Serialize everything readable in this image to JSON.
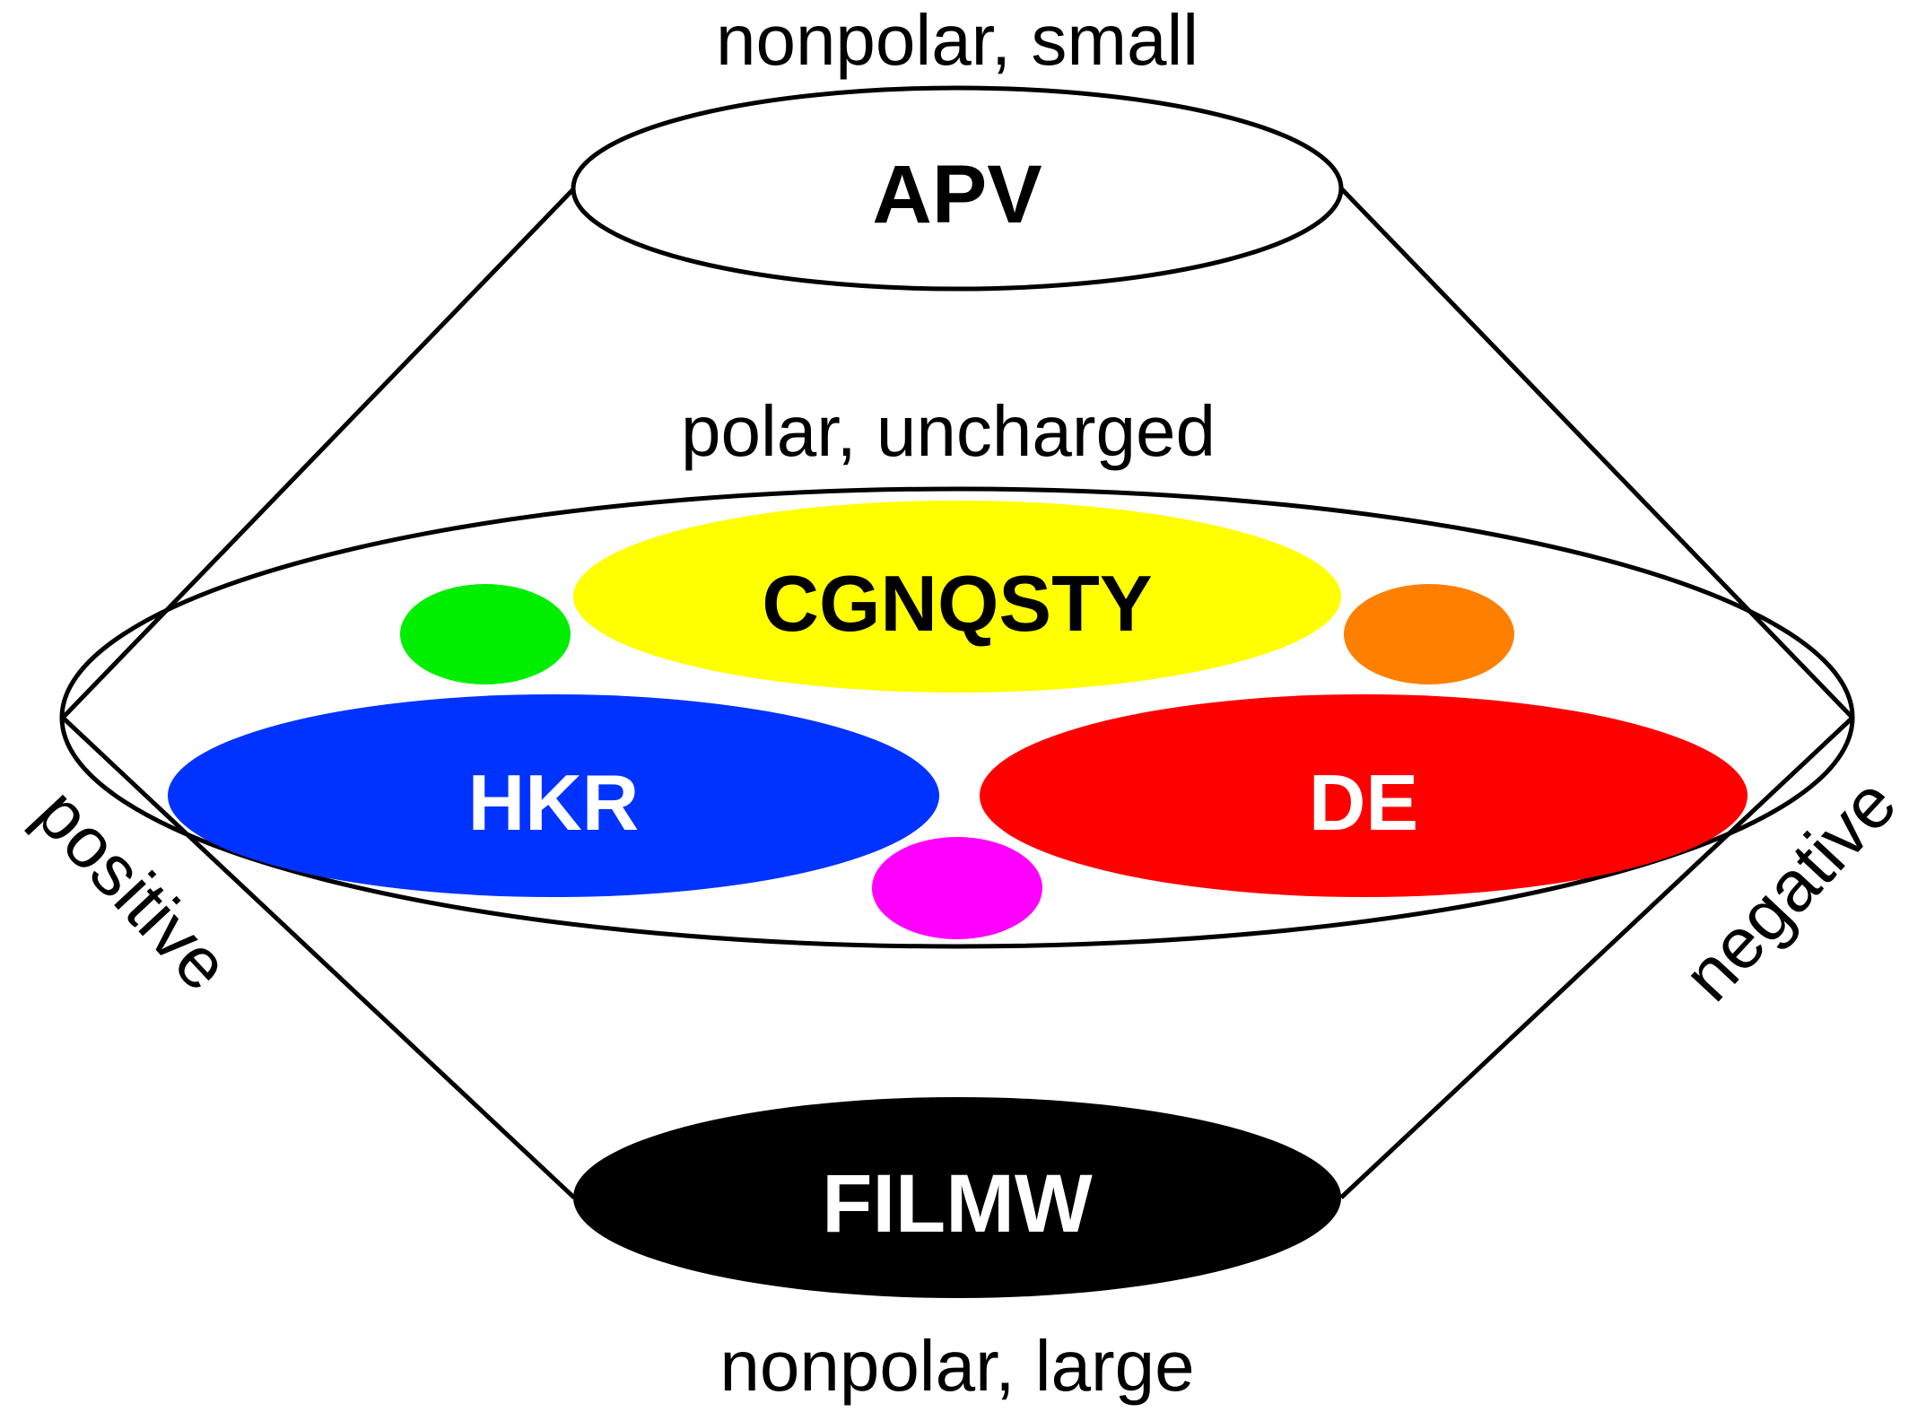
{
  "labels": {
    "top": "nonpolar, small",
    "middle": "polar, uncharged",
    "bottom": "nonpolar, large",
    "left": "positive",
    "right": "negative"
  },
  "groups": {
    "apv": {
      "text": "APV",
      "fill": "#ffffff",
      "text_color": "#000000"
    },
    "cgnqsty": {
      "text": "CGNQSTY",
      "fill": "#ffff00",
      "text_color": "#000000"
    },
    "hkr": {
      "text": "HKR",
      "fill": "#0033ff",
      "text_color": "#ffffff"
    },
    "de": {
      "text": "DE",
      "fill": "#ff0000",
      "text_color": "#ffffff"
    },
    "filmw": {
      "text": "FILMW",
      "fill": "#000000",
      "text_color": "#ffffff"
    }
  },
  "small_ellipses": {
    "green": "#00ee00",
    "orange": "#ff8000",
    "magenta": "#ff00ff"
  }
}
